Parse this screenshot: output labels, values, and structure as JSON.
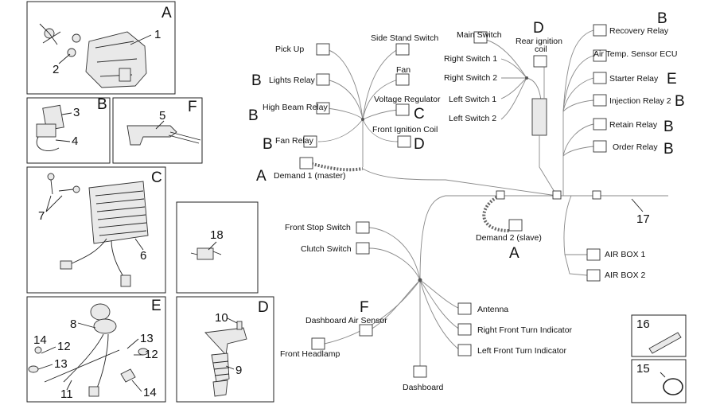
{
  "panels": {
    "A": {
      "letter": "A",
      "items": [
        "1",
        "2"
      ]
    },
    "B": {
      "letter": "B",
      "items": [
        "3",
        "4"
      ]
    },
    "F": {
      "letter": "F",
      "items": [
        "5"
      ]
    },
    "C": {
      "letter": "C",
      "items": [
        "7",
        "6"
      ]
    },
    "P18": {
      "items": [
        "18"
      ]
    },
    "E": {
      "letter": "E",
      "items": [
        "8",
        "14",
        "12",
        "13",
        "11",
        "13",
        "12",
        "14"
      ]
    },
    "D": {
      "letter": "D",
      "items": [
        "10",
        "9"
      ]
    },
    "P16": {
      "items": [
        "16"
      ]
    },
    "P15": {
      "items": [
        "15"
      ]
    }
  },
  "components": {
    "pick_up": "Pick Up",
    "side_stand_switch": "Side Stand Switch",
    "lights_relay": "Lights Relay",
    "fan": "Fan",
    "high_beam_relay": "High Beam Relay",
    "voltage_regulator": "Voltage Regulator",
    "fan_relay": "Fan Relay",
    "front_ignition_coil": "Front Ignition Coil",
    "demand_1": "Demand 1 (master)",
    "main_switch": "Main Switch",
    "right_switch_1": "Right Switch 1",
    "right_switch_2": "Right Switch 2",
    "left_switch_1": "Left Switch 1",
    "left_switch_2": "Left Switch 2",
    "rear_ignition_coil_1": "Rear ignition",
    "rear_ignition_coil_2": "coil",
    "recovery_relay": "Recovery Relay",
    "air_temp_sensor": "Air Temp. Sensor ECU",
    "starter_relay": "Starter Relay",
    "injection_relay_2": "Injection Relay 2",
    "retain_relay": "Retain Relay",
    "order_relay": "Order Relay",
    "front_stop_switch": "Front Stop Switch",
    "clutch_switch": "Clutch Switch",
    "demand_2": "Demand 2 (slave)",
    "air_box_1": "AIR BOX 1",
    "air_box_2": "AIR BOX 2",
    "dashboard_air_sensor": "Dashboard Air Sensor",
    "front_headlamp": "Front Headlamp",
    "antenna": "Antenna",
    "right_front_turn": "Right Front Turn Indicator",
    "left_front_turn": "Left Front Turn Indicator",
    "dashboard": "Dashboard"
  },
  "letters": {
    "lights_relay": "B",
    "high_beam_relay": "B",
    "fan_relay": "B",
    "demand_1": "A",
    "voltage_regulator": "C",
    "front_ignition_coil": "D",
    "rear_ignition": "D",
    "recovery_relay": "B",
    "starter_relay": "E",
    "injection_relay": "B",
    "retain_relay": "B",
    "order_relay": "B",
    "demand_2": "A",
    "dashboard_air_sensor": "F"
  },
  "harness_number": "17"
}
